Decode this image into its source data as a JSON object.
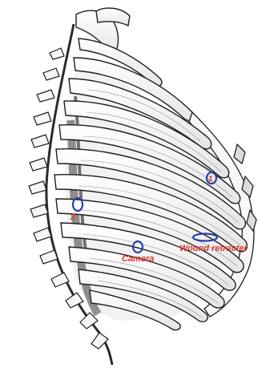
{
  "figure": {
    "subject": "rib-cage-engraving",
    "annotation_color": "#2a3fae",
    "label_color": "#e0352a"
  },
  "markers": {
    "port_1": {
      "label": "1"
    },
    "port_2": {
      "label": "2"
    },
    "camera": {
      "label": "Camera"
    },
    "wound_retractor": {
      "label": "Wound retracter"
    }
  }
}
